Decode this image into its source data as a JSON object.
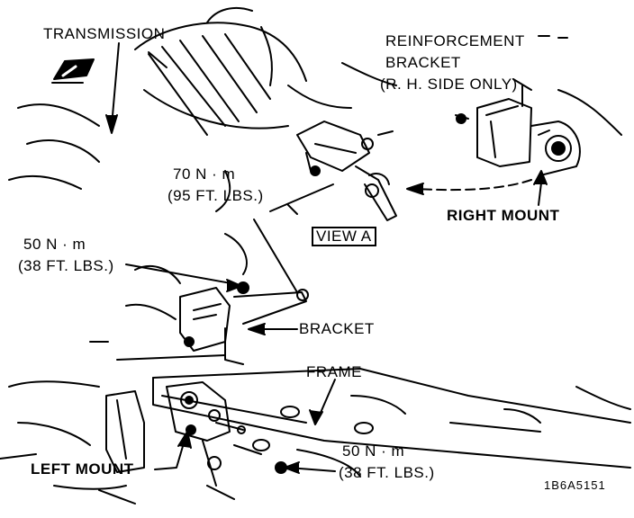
{
  "labels": {
    "transmission": "TRANSMISSION",
    "reinforcement_line1": "REINFORCEMENT",
    "reinforcement_line2": "BRACKET",
    "reinforcement_line3": "(R. H. SIDE ONLY)",
    "torque_upper_nm": "70 N · m",
    "torque_upper_ft": "(95 FT. LBS.)",
    "view_a": "VIEW A",
    "right_mount": "RIGHT MOUNT",
    "torque_left_nm": "50 N · m",
    "torque_left_ft": "(38 FT. LBS.)",
    "bracket": "BRACKET",
    "frame": "FRAME",
    "torque_lower_nm": "50 N · m",
    "torque_lower_ft": "(38 FT. LBS.)",
    "left_mount": "LEFT MOUNT",
    "figure_code": "1B6A5151"
  }
}
